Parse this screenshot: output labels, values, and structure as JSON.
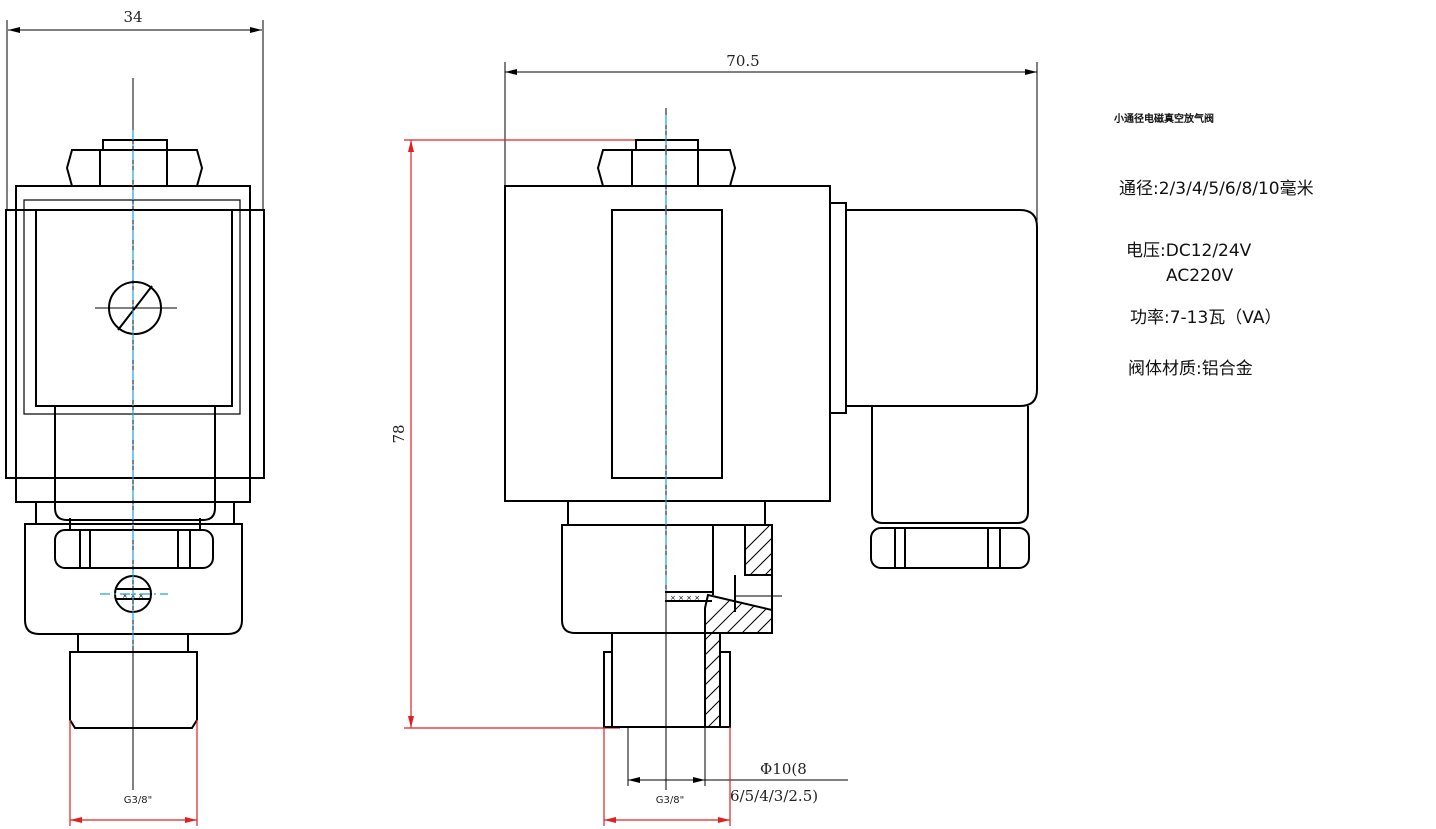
{
  "dimensions": {
    "width_front": "34",
    "width_side": "70.5",
    "height": "78",
    "thread_front": "G3/8\"",
    "thread_side": "G3/8\"",
    "orifice_line1": "Φ10(8",
    "orifice_line2": "6/5/4/3/2.5)"
  },
  "specs": {
    "title": "小通径电磁真空放气阀",
    "bore": "通径:2/3/4/5/6/8/10毫米",
    "voltage_dc": "电压:DC12/24V",
    "voltage_ac": "AC220V",
    "power": "功率:7-13瓦（VA）",
    "material": "阀体材质:铝合金"
  },
  "colors": {
    "outline": "#000000",
    "dimension_red": "#e02020",
    "centerline_cyan": "#1aa7d8"
  }
}
